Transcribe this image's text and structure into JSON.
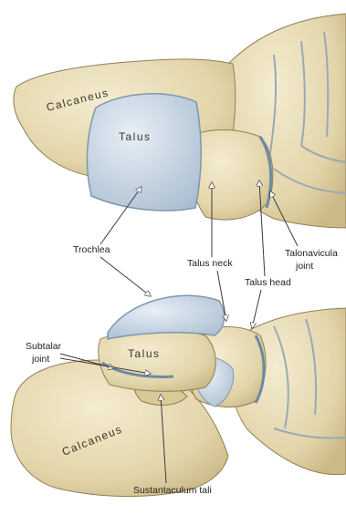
{
  "colors": {
    "bone": "#e8dcb5",
    "bone_shadow": "#c9b98c",
    "bone_edge": "#8f7f55",
    "cartilage": "#c9d8e6",
    "cartilage_edge": "#7f97ad",
    "joint_line": "#6e8aa3"
  },
  "labels": {
    "calcaneus_top": "Calcaneus",
    "talus_top": "Talus",
    "trochlea": "Trochlea",
    "talus_neck": "Talus neck",
    "talus_head": "Talus head",
    "talonavicular_line1": "Talonavicula",
    "talonavicular_line2": "joint",
    "subtalar_line1": "Subtalar",
    "subtalar_line2": "joint",
    "talus_bottom": "Talus",
    "calcaneus_bottom": "Calcaneus",
    "sustentaculum": "Sustantaculum tali"
  }
}
